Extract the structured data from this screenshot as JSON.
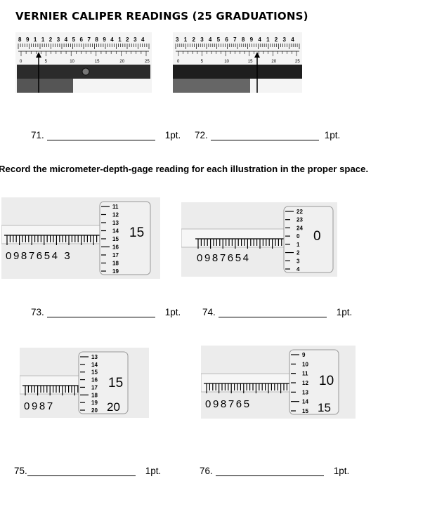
{
  "title": "VERNIER CALIPER READINGS (25 GRADUATIONS)",
  "instruction": "Record the micrometer-depth-gage reading for each illustration in the proper space.",
  "points_label": "1pt.",
  "answers": [
    {
      "number": "71."
    },
    {
      "number": "72."
    },
    {
      "number": "73."
    },
    {
      "number": "74."
    },
    {
      "number": "75."
    },
    {
      "number": "76."
    }
  ],
  "calipers": [
    {
      "main_digits": [
        "8",
        "9",
        "1",
        "1",
        "2",
        "3",
        "4",
        "5",
        "6",
        "7",
        "8",
        "9",
        "4",
        "1",
        "2",
        "3",
        "4"
      ],
      "vernier_digits": [
        "0",
        "5",
        "10",
        "15",
        "20",
        "25"
      ]
    },
    {
      "main_digits": [
        "3",
        "1",
        "2",
        "3",
        "4",
        "5",
        "6",
        "7",
        "8",
        "9",
        "4",
        "1",
        "2",
        "3",
        "4"
      ],
      "vernier_digits": [
        "0",
        "5",
        "10",
        "15",
        "20",
        "25"
      ]
    }
  ],
  "micrometers": [
    {
      "sleeve": "0987654 3",
      "thimble": [
        "11",
        "12",
        "13",
        "14",
        "15",
        "16",
        "17",
        "18",
        "19"
      ],
      "big": "15"
    },
    {
      "sleeve": "0987654",
      "thimble": [
        "22",
        "23",
        "24",
        "0",
        "1",
        "2",
        "3",
        "4"
      ],
      "big": "0"
    },
    {
      "sleeve": "0987",
      "thimble": [
        "13",
        "14",
        "15",
        "16",
        "17",
        "18",
        "19",
        "20"
      ],
      "big": "15",
      "big2": "20"
    },
    {
      "sleeve": "098765",
      "thimble": [
        "9",
        "10",
        "11",
        "12",
        "13",
        "14",
        "15"
      ],
      "big": "10",
      "big2": "15"
    }
  ]
}
